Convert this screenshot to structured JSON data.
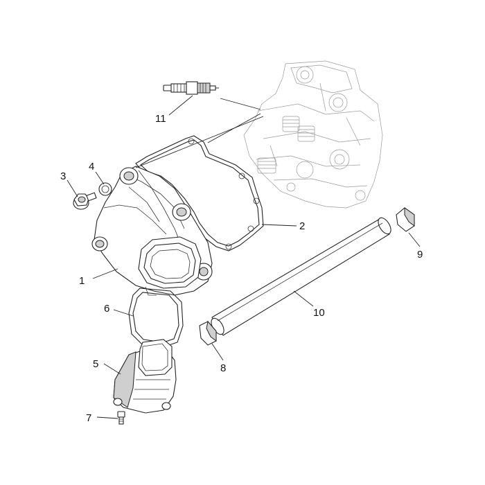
{
  "callouts": [
    {
      "id": 1,
      "text": "1"
    },
    {
      "id": 2,
      "text": "2"
    },
    {
      "id": 3,
      "text": "3"
    },
    {
      "id": 4,
      "text": "4"
    },
    {
      "id": 5,
      "text": "5"
    },
    {
      "id": 6,
      "text": "6"
    },
    {
      "id": 7,
      "text": "7"
    },
    {
      "id": 8,
      "text": "8"
    },
    {
      "id": 9,
      "text": "9"
    },
    {
      "id": 10,
      "text": "10"
    },
    {
      "id": 11,
      "text": "11"
    }
  ],
  "colors": {
    "line": "#222222",
    "ghost": "#999999",
    "shade": "#cfcfcf",
    "background": "#ffffff"
  }
}
